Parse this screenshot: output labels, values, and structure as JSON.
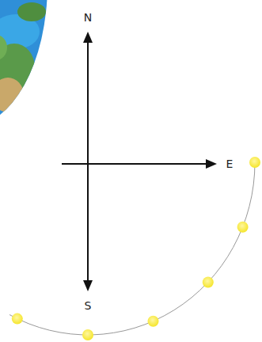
{
  "diagram": {
    "labels": [
      "N",
      "E",
      "S"
    ]
  }
}
